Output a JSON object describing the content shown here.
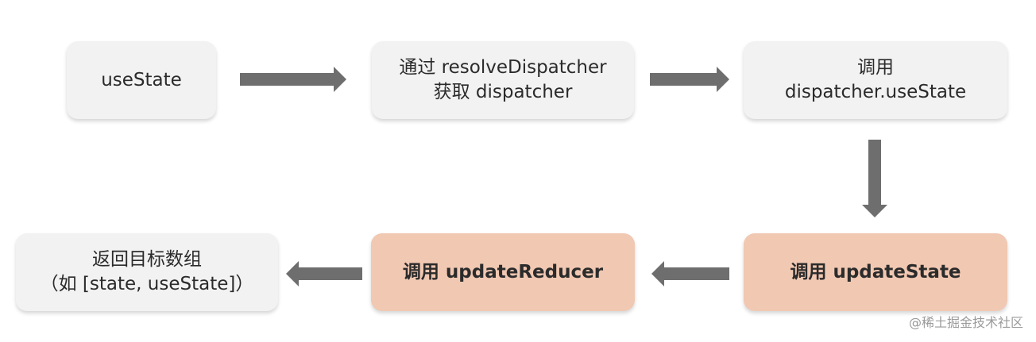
{
  "diagram": {
    "nodes": [
      {
        "id": "use-state",
        "lines": [
          "useState"
        ]
      },
      {
        "id": "resolve-dispatcher",
        "lines": [
          "通过 resolveDispatcher",
          "获取 dispatcher"
        ]
      },
      {
        "id": "call-dispatcher-usestate",
        "lines": [
          "调用",
          "dispatcher.useState"
        ]
      },
      {
        "id": "call-updatestate",
        "lines": [
          "调用 updateState"
        ]
      },
      {
        "id": "call-updatereducer",
        "lines": [
          "调用 updateReducer"
        ]
      },
      {
        "id": "return-array",
        "lines": [
          "返回目标数组",
          "（如 [state, useState]）"
        ]
      }
    ],
    "edges": [
      {
        "from": "use-state",
        "to": "resolve-dispatcher",
        "direction": "right"
      },
      {
        "from": "resolve-dispatcher",
        "to": "call-dispatcher-usestate",
        "direction": "right"
      },
      {
        "from": "call-dispatcher-usestate",
        "to": "call-updatestate",
        "direction": "down"
      },
      {
        "from": "call-updatestate",
        "to": "call-updatereducer",
        "direction": "left"
      },
      {
        "from": "call-updatereducer",
        "to": "return-array",
        "direction": "left"
      }
    ],
    "colors": {
      "default_node": "#f2f2f2",
      "highlight_node": "#f1c8b2",
      "arrow": "#6e6e6e",
      "text": "#2b2b2b"
    }
  },
  "watermark": "@稀土掘金技术社区"
}
